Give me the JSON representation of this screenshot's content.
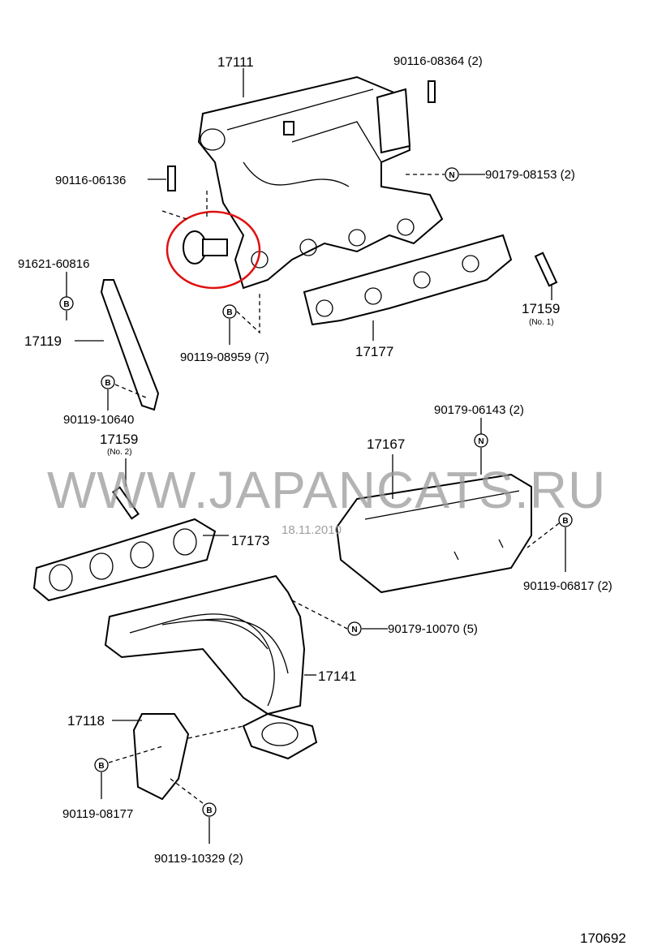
{
  "title_code": "170692",
  "watermark": "WWW.JAPANCATS.RU",
  "date": "18.11.2010",
  "highlight_color": "#e01010",
  "symbols": {
    "nut": "N",
    "bolt": "B"
  },
  "parts": {
    "intake_manifold": "17111",
    "stud_top": "90116-08364 (2)",
    "stud_left": "90116-06136",
    "nut_top": "90179-08153 (2)",
    "bolt_stay": "91621-60816",
    "stay": "17119",
    "bolt_manifold": "90119-08959 (7)",
    "gasket_intake": "17177",
    "stud_no1": "17159",
    "stud_no1_note": "(No. 1)",
    "bolt_stay_lower": "90119-10640",
    "stud_no2": "17159",
    "stud_no2_note": "(No. 2)",
    "nut_shield": "90179-06143 (2)",
    "heat_shield": "17167",
    "gasket_exhaust": "17173",
    "bolt_shield": "90119-06817 (2)",
    "nut_exhaust": "90179-10070 (5)",
    "exhaust_manifold": "17141",
    "stay_lower": "17118",
    "bolt_lower1": "90119-08177",
    "bolt_lower2": "90119-10329 (2)"
  }
}
